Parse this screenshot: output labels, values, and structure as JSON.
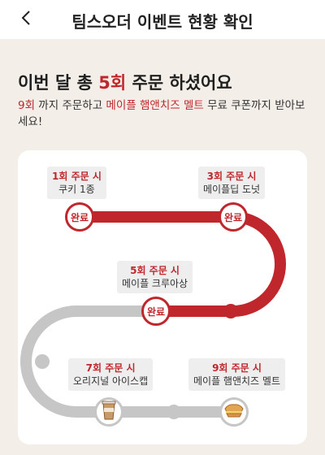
{
  "header": {
    "title": "팀스오더 이벤트 현황 확인",
    "back_icon": "chevron-left-icon"
  },
  "headline": {
    "prefix": "이번 달 총 ",
    "count": "5회",
    "suffix": " 주문 하셨어요"
  },
  "subtext": {
    "count": "9회",
    "part1": " 까지 주문하고 ",
    "product": "메이플 햄앤치즈 멜트",
    "part2": " 무료 쿠폰까지 받아보세요!"
  },
  "colors": {
    "accent": "#c0272d",
    "track_pending": "#c6c6c6",
    "background": "#f3eee8"
  },
  "milestones": [
    {
      "stage": "1회 주문 시",
      "reward": "쿠키 1종",
      "status": "완료"
    },
    {
      "stage": "3회 주문 시",
      "reward": "메이플딥 도넛",
      "status": "완료"
    },
    {
      "stage": "5회 주문 시",
      "reward": "메이플 크루아상",
      "status": "완료"
    },
    {
      "stage": "7회 주문 시",
      "reward": "오리지널 아이스캡",
      "status": "",
      "icon": "iced-cappuccino-icon"
    },
    {
      "stage": "9회 주문 시",
      "reward": "메이플 햄앤치즈 멜트",
      "status": "",
      "icon": "sandwich-icon"
    }
  ]
}
